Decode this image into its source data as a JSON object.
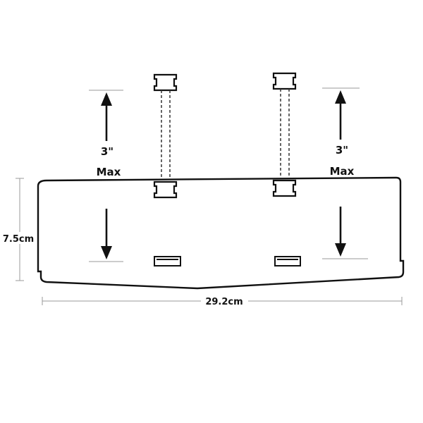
{
  "labels": {
    "left_height_value": "3\"",
    "right_height_value": "3\"",
    "left_max": "Max",
    "right_max": "Max",
    "height_dimension": "7.5cm",
    "width_dimension": "29.2cm"
  },
  "colors": {
    "line": "#111111",
    "dimension_line": "#9a9a9a",
    "dashed": "#333333",
    "background": "#ffffff"
  }
}
